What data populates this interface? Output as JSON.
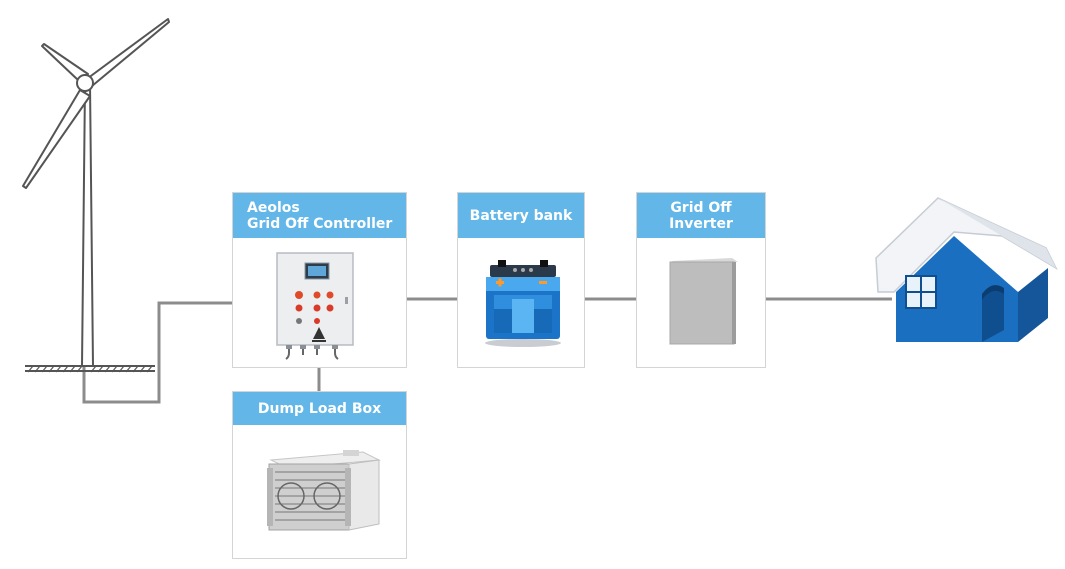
{
  "controller": {
    "line1": "Aeolos",
    "line2": "Grid Off  Controller"
  },
  "battery": {
    "label": "Battery bank"
  },
  "inverter": {
    "line1": "Grid Off",
    "line2": "Inverter"
  },
  "dump_load": {
    "label": "Dump Load Box"
  },
  "colors": {
    "header_blue": "#62b6e8",
    "wire_gray": "#8c8c8c",
    "house_blue": "#1b6fc0",
    "roof_white": "#f2f4f7"
  },
  "icons": [
    "wind-turbine-icon",
    "controller-cabinet-icon",
    "battery-icon",
    "inverter-icon",
    "dump-load-box-icon",
    "house-icon"
  ]
}
